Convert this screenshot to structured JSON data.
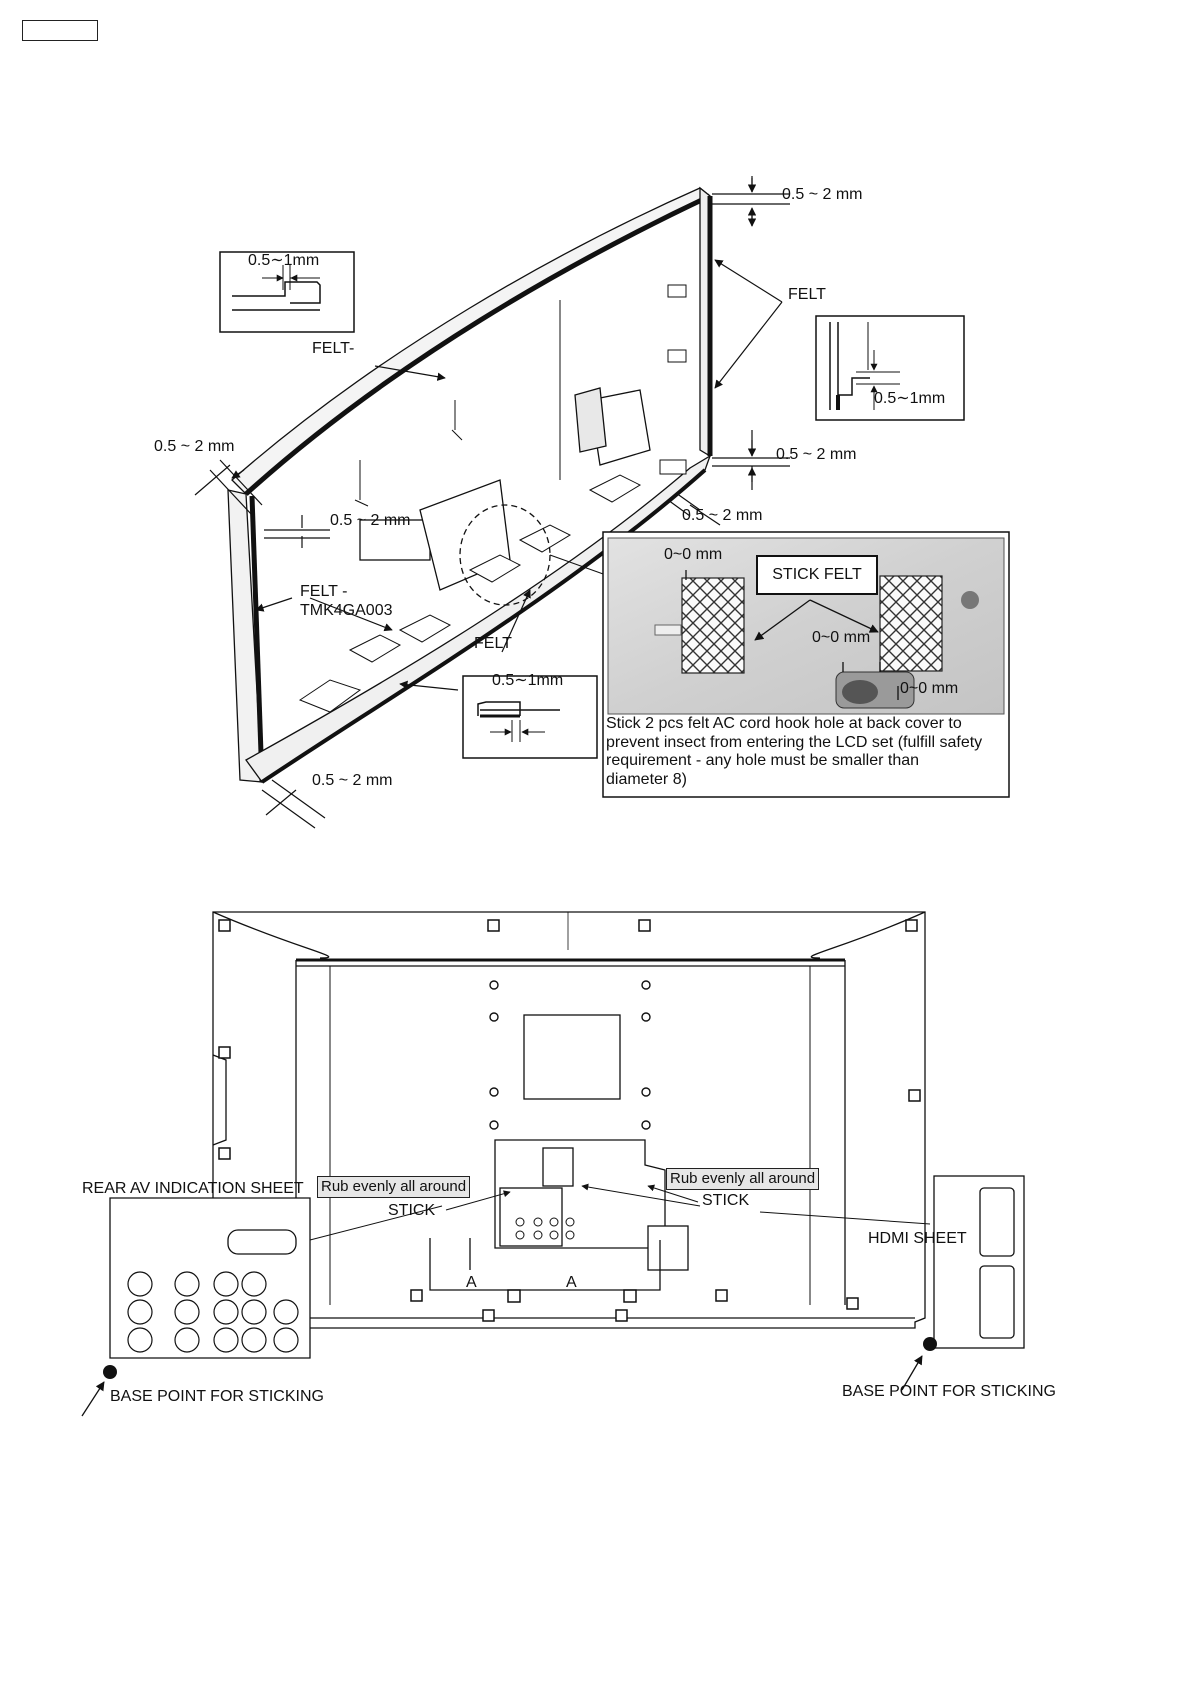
{
  "labels": {
    "top_right_gap": "0.5 ~ 2 mm",
    "felt_right": "FELT",
    "detail_top_left": "0.5∼1mm",
    "felt_top": "FELT-",
    "detail_right": "0.5∼1mm",
    "left_gap": "0.5 ~ 2 mm",
    "right_mid_gap": "0.5 ~ 2 mm",
    "inner_gap": "0.5 ~ 2 mm",
    "bottom_right_gap": "0.5 ~ 2 mm",
    "felt_left_1": "FELT -",
    "felt_left_2": "TMK4GA003",
    "felt_bottom": "FELT",
    "detail_bottom": "0.5∼1mm",
    "bottom_gap": "0.5 ~ 2 mm"
  },
  "photo_inset": {
    "gap_left": "0~0 mm",
    "stick_felt": "STICK FELT",
    "gap_mid": "0~0 mm",
    "gap_bottom": "0~0 mm",
    "note_lines": [
      "Stick 2 pcs felt AC cord hook hole at back cover to",
      "prevent insect from entering the LCD set (fulfill safety",
      "requirement - any hole must be smaller than",
      "diameter 8)"
    ]
  },
  "rear_view": {
    "rear_av_sheet": "REAR AV INDICATION SHEET",
    "rub_left": "Rub evenly all around",
    "stick_left": "STICK",
    "rub_right": "Rub evenly all around",
    "stick_right": "STICK",
    "hdmi_sheet": "HDMI SHEET",
    "marker_a_left": "A",
    "marker_a_right": "A",
    "base_point_left": "BASE POINT FOR STICKING",
    "base_point_right": "BASE POINT FOR STICKING"
  }
}
